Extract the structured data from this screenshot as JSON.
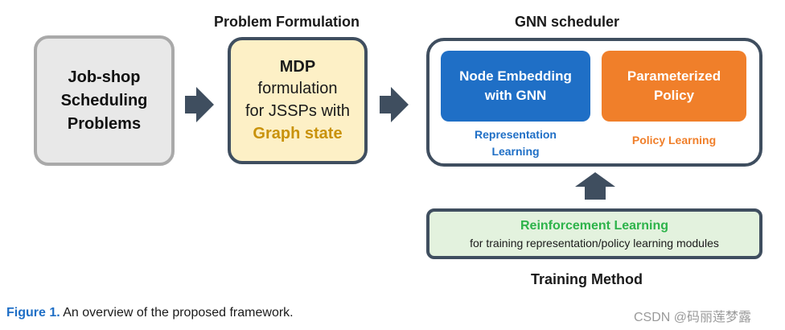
{
  "colors": {
    "gray_box_fill": "#e8e8e8",
    "gray_box_border": "#a9a9a9",
    "mdp_fill": "#fdf0c6",
    "dark_border": "#3f4e5f",
    "blue": "#1f6fc6",
    "orange": "#f07f2a",
    "green": "#2db34a",
    "gold": "#c9920a",
    "rl_fill": "#e3f2de",
    "caption_label": "#1f6fc6",
    "arrow": "#3f4e5f"
  },
  "input_box": {
    "lines": [
      "Job-shop",
      "Scheduling",
      "Problems"
    ]
  },
  "problem_formulation": {
    "title": "Problem Formulation",
    "line1": "MDP",
    "line2": "formulation",
    "line3": "for JSSPs with",
    "line4": "Graph state"
  },
  "gnn_scheduler": {
    "title": "GNN scheduler",
    "node_embedding": [
      "Node Embedding",
      "with GNN"
    ],
    "parameterized_policy": [
      "Parameterized",
      "Policy"
    ],
    "representation_learning": [
      "Representation",
      "Learning"
    ],
    "policy_learning": "Policy Learning"
  },
  "training": {
    "rl_title": "Reinforcement Learning",
    "rl_subtitle": "for training representation/policy learning modules",
    "title": "Training Method"
  },
  "figure_caption": {
    "label": "Figure 1.",
    "text": "An overview of the proposed framework."
  },
  "watermark": "CSDN @码丽莲梦露"
}
